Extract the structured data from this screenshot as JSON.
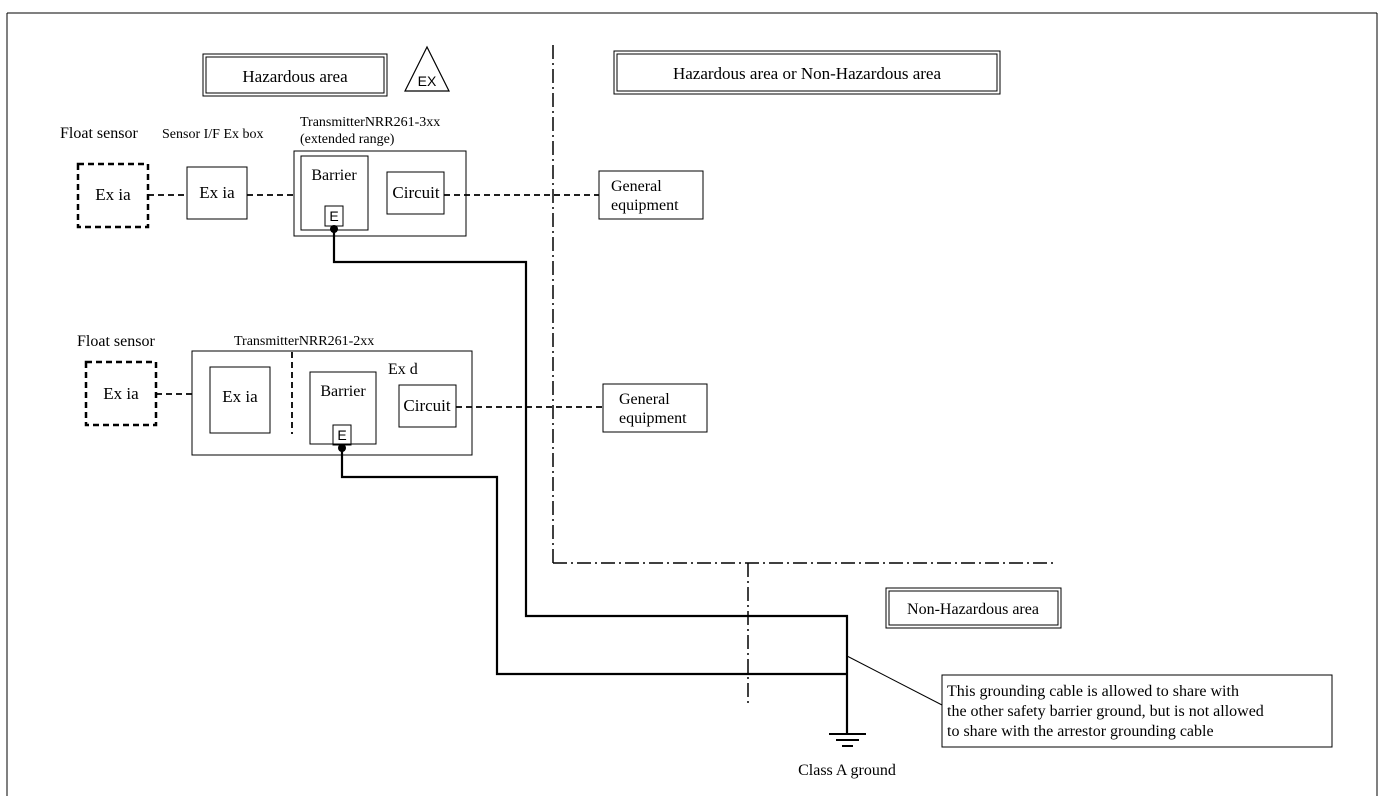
{
  "zones": {
    "hazardous": "Hazardous area",
    "hazardous_or_non": "Hazardous area or Non-Hazardous area",
    "non_hazardous": "Non-Hazardous area",
    "ex_symbol": "EX"
  },
  "top_row": {
    "float_sensor_label": "Float sensor",
    "float_sensor_box": "Ex ia",
    "sensor_if_label": "Sensor I/F Ex box",
    "sensor_if_box": "Ex ia",
    "transmitter_label": "TransmitterNRR261-3xx",
    "transmitter_sublabel": "(extended range)",
    "barrier": "Barrier",
    "earth": "E",
    "circuit": "Circuit",
    "general_equipment_line1": "General",
    "general_equipment_line2": "equipment"
  },
  "bottom_row": {
    "float_sensor_label": "Float sensor",
    "float_sensor_box": "Ex ia",
    "transmitter_label": "TransmitterNRR261-2xx",
    "ex_ia_box": "Ex ia",
    "ex_d": "Ex d",
    "barrier": "Barrier",
    "earth": "E",
    "circuit": "Circuit",
    "general_equipment_line1": "General",
    "general_equipment_line2": "equipment"
  },
  "ground": {
    "label": "Class A ground",
    "note_line1": "This grounding cable is allowed to share with",
    "note_line2": "the other safety barrier ground, but is not allowed",
    "note_line3": "to share with the arrestor grounding cable"
  }
}
